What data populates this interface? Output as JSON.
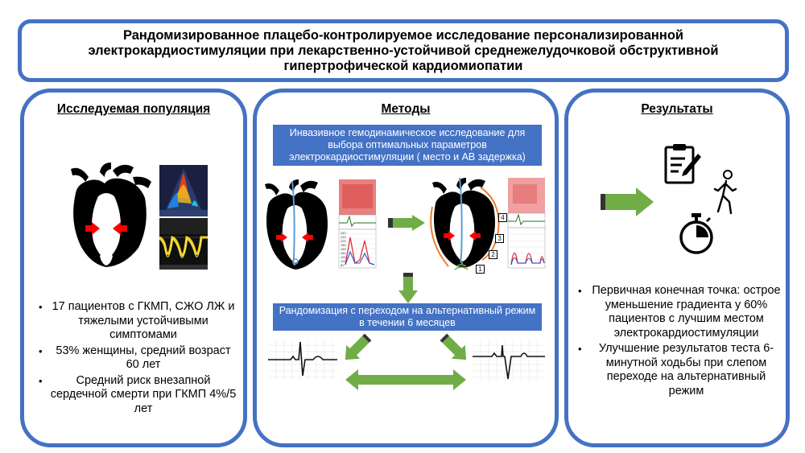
{
  "title": "Рандомизированное плацебо-контролируемое исследование персонализированной электрокардиостимуляции при лекарственно-устойчивой среднежелудочковой обструктивной гипертрофической кардиомиопатии",
  "left_panel": {
    "heading": "Исследуемая популяция",
    "bullets": [
      "17 пациентов с ГКМП, СЖО ЛЖ и тяжелыми устойчивыми симптомами",
      "53% женщины, средний возраст 60 лет",
      "Средний риск внезапной сердечной смерти при ГКМП 4%/5 лет"
    ]
  },
  "middle_panel": {
    "heading": "Методы",
    "band_top": "Инвазивное гемодинамическое исследование для выбора оптимальных параметров электрокардиостимуляции ( место и АВ задержка)",
    "band_bottom": "Рандомизация с переходом на альтернативный режим в течении 6 месяцев",
    "lead_labels": [
      "1",
      "2",
      "3",
      "4"
    ],
    "monitor_ticks": [
      "240",
      "220",
      "200",
      "180",
      "160",
      "140",
      "120",
      "100",
      "80"
    ]
  },
  "right_panel": {
    "heading": "Результаты",
    "bullets": [
      "Первичная конечная точка: острое уменьшение градиента у 60% пациентов с лучшим местом электрокардиостимуляции",
      "Улучшение результатов теста 6-минутной ходьбы при слепом переходе на альтернативный режим"
    ],
    "icons": [
      "clipboard-icon",
      "walking-person-icon",
      "stopwatch-icon"
    ]
  },
  "colors": {
    "border": "#4472c4",
    "band": "#4472c4",
    "arrow_green": "#70ad47",
    "arrow_red": "#ff0000",
    "catheter_blue": "#5b9bd5",
    "lead_orange": "#ed7d31"
  }
}
